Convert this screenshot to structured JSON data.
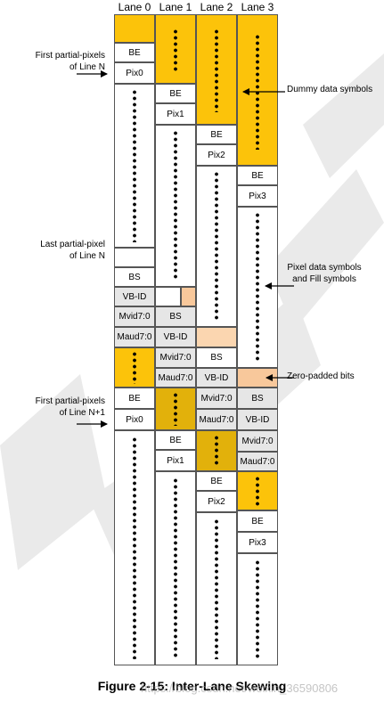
{
  "lanes": [
    "Lane 0",
    "Lane 1",
    "Lane 2",
    "Lane 3"
  ],
  "cells": {
    "be": "BE",
    "bs": "BS",
    "pix0": "Pix0",
    "pix1": "Pix1",
    "pix2": "Pix2",
    "pix3": "Pix3",
    "vbid": "VB-ID",
    "mvid": "Mvid7:0",
    "maud": "Maud7:0"
  },
  "annotations": {
    "first_line_n": [
      "First partial-pixels",
      "of Line N"
    ],
    "last_line_n": [
      "Last partial-pixel",
      "of Line N"
    ],
    "first_line_n1": [
      "First partial-pixels",
      "of Line N+1"
    ],
    "dummy": "Dummy data symbols",
    "pixel_fill": [
      "Pixel data symbols",
      "and Fill symbols"
    ],
    "zero_padded": "Zero-padded bits"
  },
  "caption": "Figure 2-15: Inter-Lane Skewing",
  "watermark_text": "https://blog.csdn.net/weixin_36590806",
  "colors": {
    "dummy": "#fcc30a",
    "dummy_dark": "#e2b10b",
    "zero_padded": "#f8c89b",
    "control": "#e6e6e6"
  }
}
